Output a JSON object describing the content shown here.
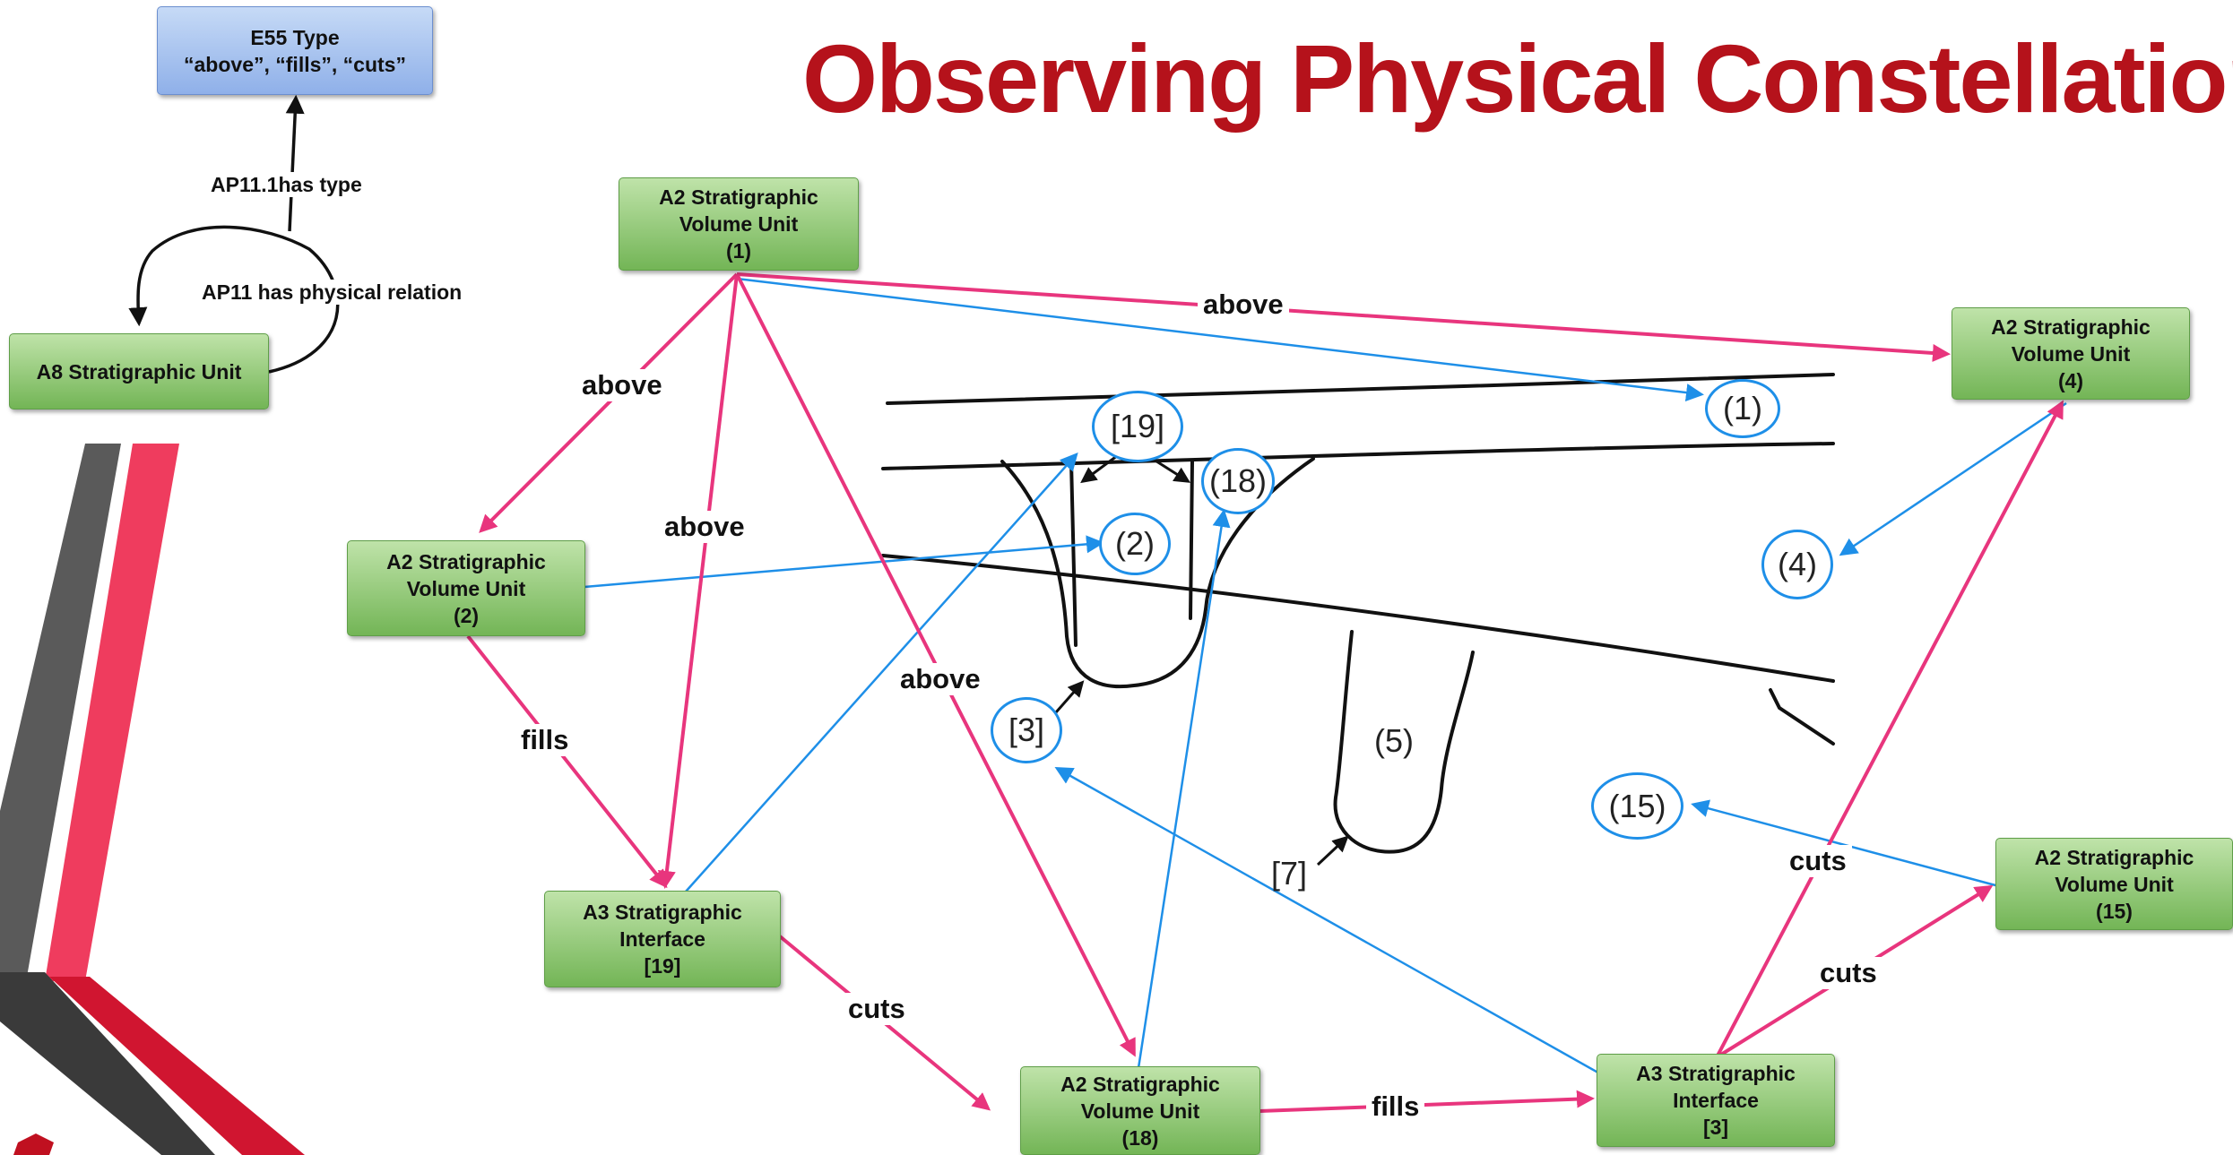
{
  "title": "Observing Physical Constellations",
  "legend": {
    "type_node": {
      "line1": "E55 Type",
      "line2": "“above”, “fills”, “cuts”"
    },
    "unit_node": "A8 Stratigraphic Unit",
    "has_type": "AP11.1has type",
    "has_relation": "AP11 has physical relation"
  },
  "nodes": [
    {
      "key": "n1",
      "l1": "A2 Stratigraphic",
      "l2": "Volume Unit",
      "l3": "(1)"
    },
    {
      "key": "n2",
      "l1": "A2 Stratigraphic",
      "l2": "Volume Unit",
      "l3": "(2)"
    },
    {
      "key": "n19",
      "l1": "A3 Stratigraphic",
      "l2": "Interface",
      "l3": "[19]"
    },
    {
      "key": "n18",
      "l1": "A2 Stratigraphic",
      "l2": "Volume Unit",
      "l3": "(18)"
    },
    {
      "key": "n3",
      "l1": "A3 Stratigraphic",
      "l2": "Interface",
      "l3": "[3]"
    },
    {
      "key": "n4",
      "l1": "A2 Stratigraphic",
      "l2": "Volume Unit",
      "l3": "(4)"
    },
    {
      "key": "n15",
      "l1": "A2 Stratigraphic",
      "l2": "Volume Unit",
      "l3": "(15)"
    }
  ],
  "relations": [
    {
      "key": "r_1_4",
      "label": "above"
    },
    {
      "key": "r_1_2",
      "label": "above"
    },
    {
      "key": "r_1_19",
      "label": "above"
    },
    {
      "key": "r_1_18",
      "label": "above"
    },
    {
      "key": "r_2_19",
      "label": "fills"
    },
    {
      "key": "r_19_18",
      "label": "cuts"
    },
    {
      "key": "r_18_3",
      "label": "fills"
    },
    {
      "key": "r_3_15",
      "label": "cuts"
    },
    {
      "key": "r_3_4",
      "label": "cuts"
    }
  ],
  "section_marks": [
    {
      "key": "m1",
      "text": "(1)"
    },
    {
      "key": "m19",
      "text": "[19]"
    },
    {
      "key": "m18",
      "text": "(18)"
    },
    {
      "key": "m2",
      "text": "(2)"
    },
    {
      "key": "m4",
      "text": "(4)"
    },
    {
      "key": "m3",
      "text": "[3]"
    },
    {
      "key": "m15",
      "text": "(15)"
    },
    {
      "key": "m5",
      "text": "(5)"
    },
    {
      "key": "m7",
      "text": "[7]"
    }
  ],
  "colors": {
    "title": "#b5121b",
    "relation_arrow": "#e8357d",
    "link_arrow": "#1e8fe8",
    "node_fill": "#8dc56c"
  }
}
